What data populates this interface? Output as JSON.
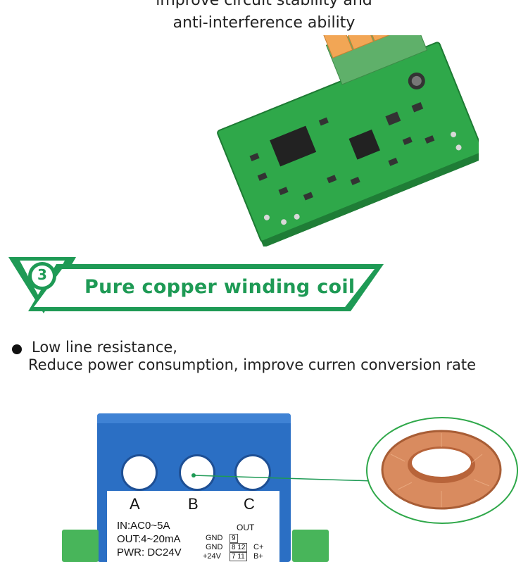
{
  "top": {
    "line1": "improve circuit stability and",
    "line2": "anti-interference ability"
  },
  "section": {
    "number": "3",
    "title": "Pure copper winding coil"
  },
  "bullet": {
    "line1": "Low line resistance,",
    "line2": "Reduce power consumption, improve curren conversion rate"
  },
  "device": {
    "holes": [
      "A",
      "B",
      "C"
    ],
    "spec_in": "IN:AC0~5A",
    "spec_out": "OUT:4~20mA",
    "spec_pwr": "PWR: DC24V",
    "out_label": "OUT",
    "pins": [
      {
        "left": "GND",
        "nums": "9",
        "right": ""
      },
      {
        "left": "GND",
        "nums": "8 12",
        "right": "C+"
      },
      {
        "left": "+24V",
        "nums": "7 11",
        "right": "B+"
      }
    ]
  },
  "colors": {
    "accent_green": "#1e9a55",
    "pcb_green": "#2fa84a",
    "device_blue": "#2b6fc4",
    "terminal_orange": "#f2a655",
    "copper": "#d98b5f"
  }
}
